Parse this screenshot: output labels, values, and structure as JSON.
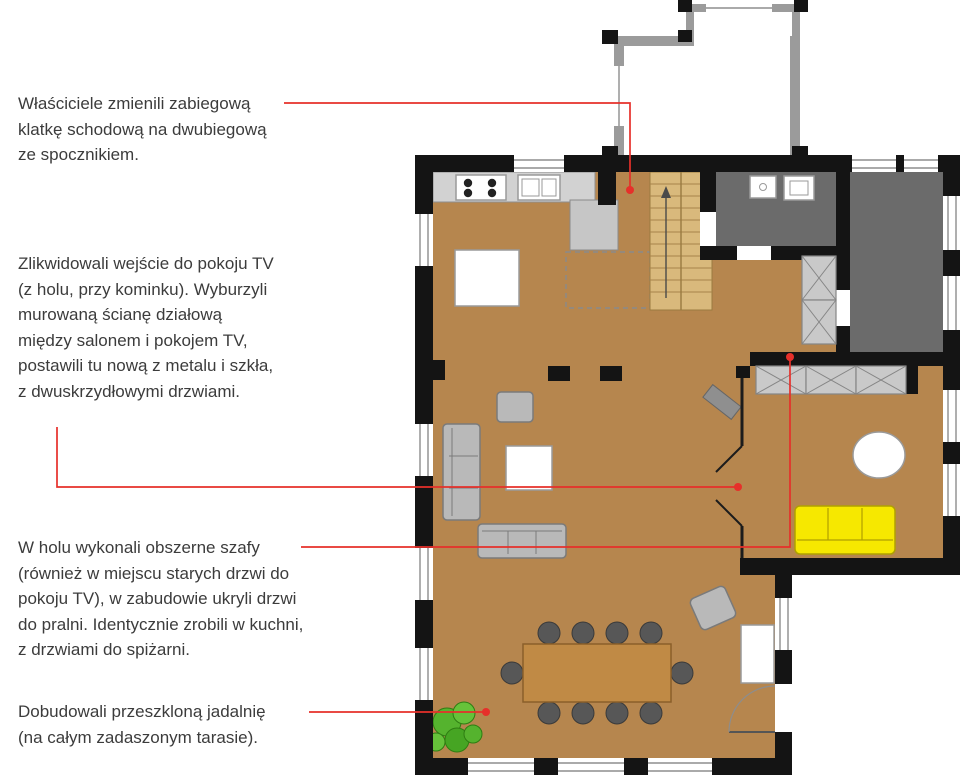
{
  "annotations": [
    {
      "id": "staircase",
      "lines": [
        "Właściciele zmienili zabiegową",
        "klatkę schodową na dwubiegową",
        "ze spocznikiem."
      ]
    },
    {
      "id": "tv-room-wall",
      "lines": [
        "Zlikwidowali wejście do pokoju TV",
        "(z holu, przy kominku). Wyburzyli",
        "murowaną ścianę działową",
        "między salonem i pokojem TV,",
        "postawili tu nową z metalu i szkła,",
        "z dwuskrzydłowymi drzwiami."
      ]
    },
    {
      "id": "hall-wardrobes",
      "lines": [
        "W holu wykonali obszerne szafy",
        "(również w miejscu starych drzwi do",
        "pokoju TV), w zabudowie ukryli drzwi",
        "do pralni. Identycznie zrobili w kuchni,",
        "z drzwiami do spiżarni."
      ]
    },
    {
      "id": "dining",
      "lines": [
        "Dobudowali przeszkloną jadalnię",
        "(na całym zadaszonym tarasie)."
      ]
    }
  ],
  "colors": {
    "accent": "#e6302a",
    "wood": "#b6864e",
    "stair": "#d9b97c",
    "wall": "#141414",
    "gray_room": "#6b6b6b",
    "light_gray": "#c9c9c9",
    "mid_gray": "#9b9b9b",
    "furniture_gray": "#b9b9b9",
    "sofa_yellow": "#f6e800",
    "plant_green": "#55b32e",
    "text": "#3c3c3c"
  }
}
